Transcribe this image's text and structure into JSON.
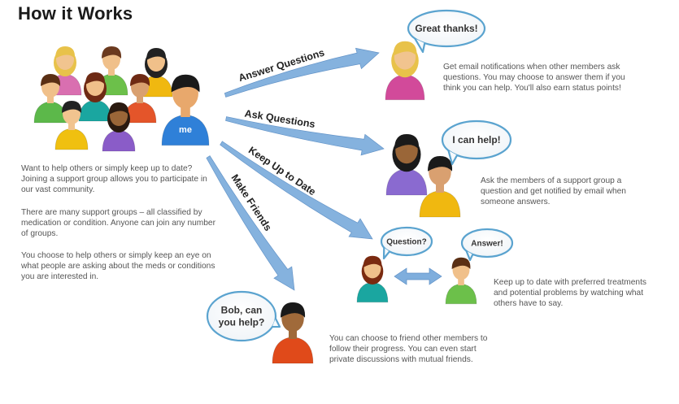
{
  "title": "How it Works",
  "left_text": [
    "Want to help others or simply keep up to date? Joining a support group allows you to participate in our vast community.",
    "There are many support groups – all classified by medication or condition. Anyone can join any number of groups.",
    "You choose to help others or simply keep an eye on what people are asking about the meds or conditions you are interested in."
  ],
  "me_label": "me",
  "arrows": {
    "answer": "Answer Questions",
    "ask": "Ask Questions",
    "keep": "Keep Up to Date",
    "friends": "Make Friends"
  },
  "bubbles": {
    "great": "Great thanks!",
    "help": "I can help!",
    "question": "Question?",
    "answer": "Answer!",
    "bob_line1": "Bob, can",
    "bob_line2": "you help?"
  },
  "descriptions": {
    "answer": "Get email notifications when other members ask questions. You may choose to answer them if you think you can help. You'll also earn status points!",
    "ask": "Ask the members of a support group a question and get notified by email when someone answers.",
    "keep": "Keep up to date with preferred treatments and potential problems by watching what others have to say.",
    "friends": "You can choose to friend other members to follow their progress. You can even start private discussions with mutual friends."
  },
  "colors": {
    "arrow": "#7faedd",
    "bubble_stroke": "#5aa3cf"
  }
}
